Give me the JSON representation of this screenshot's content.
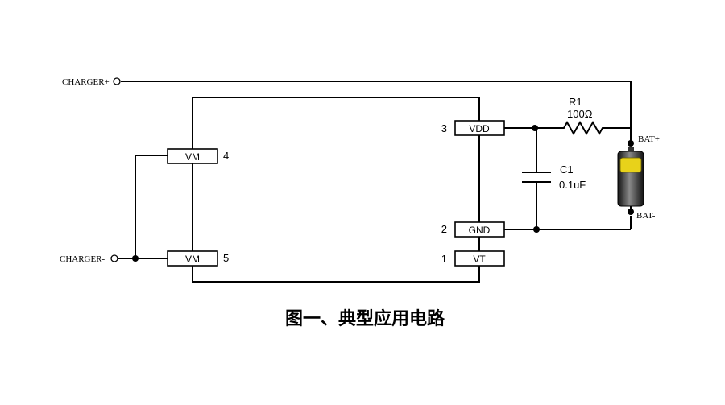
{
  "terminals": {
    "charger_plus": "CHARGER+",
    "charger_minus": "CHARGER-",
    "bat_plus": "BAT+",
    "bat_minus": "BAT-"
  },
  "chip_pins": [
    {
      "label": "VDD",
      "number": "3"
    },
    {
      "label": "GND",
      "number": "2"
    },
    {
      "label": "VT",
      "number": "1"
    },
    {
      "label": "VM",
      "number": "4"
    },
    {
      "label": "VM",
      "number": "5"
    }
  ],
  "resistor": {
    "ref": "R1",
    "value": "100Ω"
  },
  "capacitor": {
    "ref": "C1",
    "value": "0.1uF"
  },
  "caption": "图一、典型应用电路",
  "colors": {
    "battery_fill": "#e8d21a",
    "battery_body": "#2a2a2a"
  }
}
